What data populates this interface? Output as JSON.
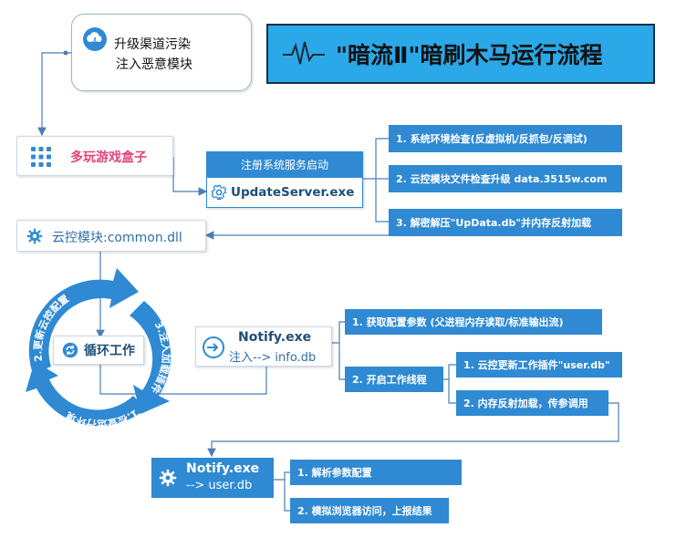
{
  "title": {
    "text": "\"暗流Ⅱ\"暗刷木马运行流程"
  },
  "infection": {
    "line1": "升级渠道污染",
    "line2": "注入恶意模块"
  },
  "game_box": {
    "label": "多玩游戏盒子"
  },
  "service": {
    "header": "注册系统服务启动",
    "name": "UpdateServer.exe"
  },
  "service_steps": [
    "1. 系统环境检查(反虚拟机/反抓包/反调试)",
    "2. 云控模块文件检查升级 data.3515w.com",
    "3. 解密解压\"UpData.db\"并内存反射加载"
  ],
  "cloud_module": {
    "label": "云控模块:common.dll"
  },
  "cycle": {
    "center": "循环工作",
    "steps": [
      "1.检查运行环境",
      "2.更新云控配置",
      "3.注入加载插件"
    ]
  },
  "notify1": {
    "title": "Notify.exe",
    "sub": "注入--> info.db"
  },
  "notify1_steps": [
    "1. 获取配置参数 (父进程内存读取/标准输出流)",
    "2. 开启工作线程"
  ],
  "worker_steps": [
    "1. 云控更新工作插件\"user.db\"",
    "2. 内存反射加载，传参调用"
  ],
  "notify2": {
    "title": "Notify.exe",
    "sub": "--> user.db"
  },
  "notify2_steps": [
    "1. 解析参数配置",
    "2. 模拟浏览器访问，上报结果"
  ],
  "colors": {
    "accent": "#2f8ad3",
    "title_bg": "#2aa8e8",
    "pink": "#e0457b",
    "line": "#4a7fb5"
  }
}
